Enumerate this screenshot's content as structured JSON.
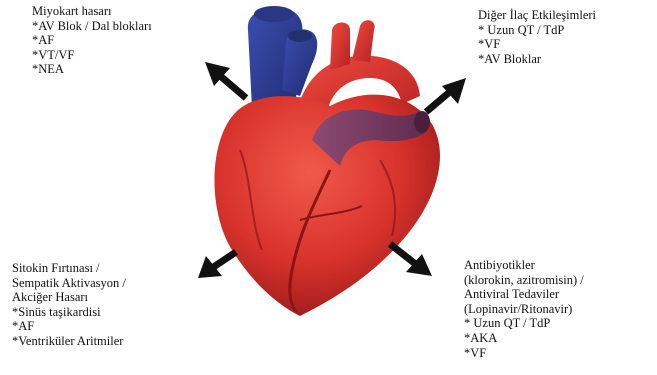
{
  "blocks": {
    "top_left": {
      "lines": [
        "Miyokart hasarı",
        "*AV Blok / Dal blokları",
        "*AF",
        "*VT/VF",
        "*NEA"
      ]
    },
    "top_right": {
      "lines": [
        "Diğer İlaç Etkileşimleri",
        "* Uzun QT / TdP",
        "*VF",
        "*AV Bloklar"
      ]
    },
    "bottom_left": {
      "lines": [
        "Sitokin Fırtınası /",
        "Sempatik Aktivasyon /",
        "Akciğer Hasarı",
        "*Sinüs taşikardisi",
        "*AF",
        "*Ventriküler Aritmiler"
      ]
    },
    "bottom_right": {
      "lines": [
        "Antibiyotikler",
        "(klorokin, azitromisin) /",
        "Antiviral Tedaviler",
        "(Lopinavir/Ritonavir)",
        "* Uzun QT / TdP",
        "*AKA",
        "*VF"
      ]
    }
  },
  "colors": {
    "heart_red": "#d7322b",
    "heart_dark": "#9e1b1c",
    "vein_blue": "#2b3c95",
    "artery_purple": "#7a3a63",
    "arrow": "#111111"
  }
}
